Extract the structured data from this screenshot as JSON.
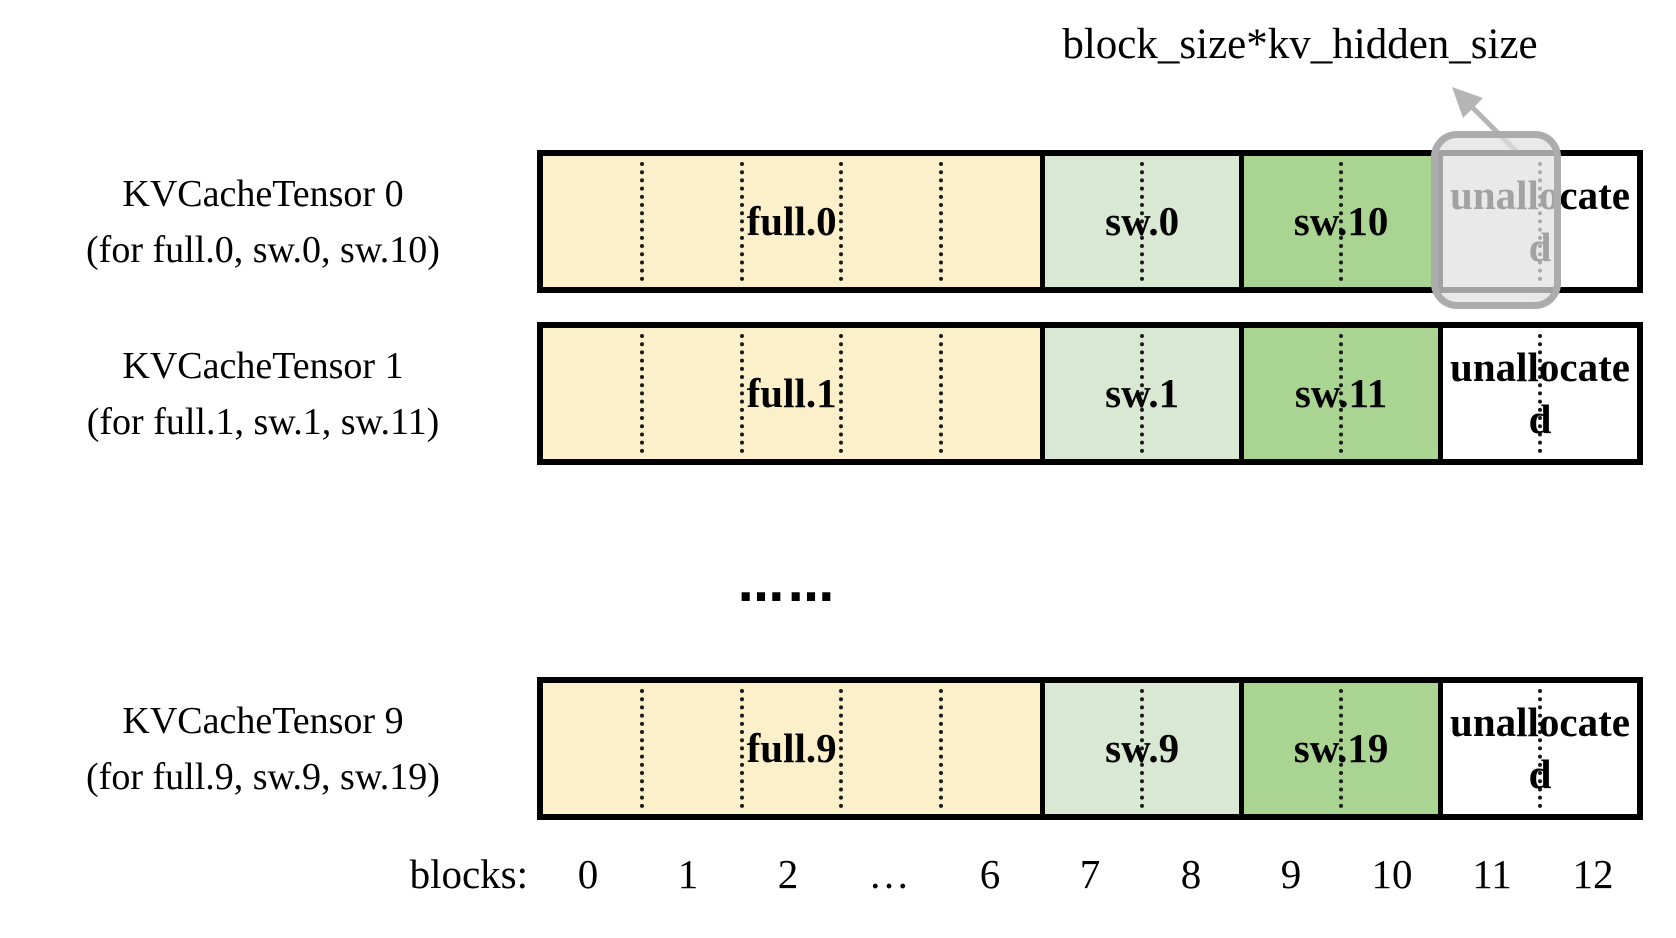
{
  "annotation": {
    "label": "block_size*kv_hidden_size"
  },
  "ellipsis": "……",
  "rows": [
    {
      "title": "KVCacheTensor 0",
      "subtitle": "(for full.0, sw.0, sw.10)",
      "segments": [
        {
          "label": "full.0",
          "blocks": [
            "0",
            "1",
            "2",
            "…",
            "6"
          ]
        },
        {
          "label": "sw.0",
          "blocks": [
            "7",
            "8"
          ]
        },
        {
          "label": "sw.10",
          "blocks": [
            "9",
            "10"
          ]
        },
        {
          "label": "unallocated",
          "blocks": [
            "11",
            "12"
          ]
        }
      ],
      "highlighted_block": "11"
    },
    {
      "title": "KVCacheTensor 1",
      "subtitle": "(for full.1, sw.1, sw.11)",
      "segments": [
        {
          "label": "full.1",
          "blocks": [
            "0",
            "1",
            "2",
            "…",
            "6"
          ]
        },
        {
          "label": "sw.1",
          "blocks": [
            "7",
            "8"
          ]
        },
        {
          "label": "sw.11",
          "blocks": [
            "9",
            "10"
          ]
        },
        {
          "label": "unallocated",
          "blocks": [
            "11",
            "12"
          ]
        }
      ]
    },
    {
      "title": "KVCacheTensor 9",
      "subtitle": "(for full.9, sw.9, sw.19)",
      "segments": [
        {
          "label": "full.9",
          "blocks": [
            "0",
            "1",
            "2",
            "…",
            "6"
          ]
        },
        {
          "label": "sw.9",
          "blocks": [
            "7",
            "8"
          ]
        },
        {
          "label": "sw.19",
          "blocks": [
            "9",
            "10"
          ]
        },
        {
          "label": "unallocated",
          "blocks": [
            "11",
            "12"
          ]
        }
      ]
    }
  ],
  "axis": {
    "label": "blocks:",
    "ticks": [
      "0",
      "1",
      "2",
      "…",
      "6",
      "7",
      "8",
      "9",
      "10",
      "11",
      "12"
    ]
  },
  "colors": {
    "color-full": "#fcf0ca",
    "color-sw-low": "#d9e8d3",
    "color-sw-high": "#aad492",
    "color-unallocated": "#ffffff",
    "highlight-fill": "rgba(224,224,224,0.72)",
    "highlight-border": "#acacac",
    "arrow": "#b5b5b5",
    "line": "#000000"
  }
}
